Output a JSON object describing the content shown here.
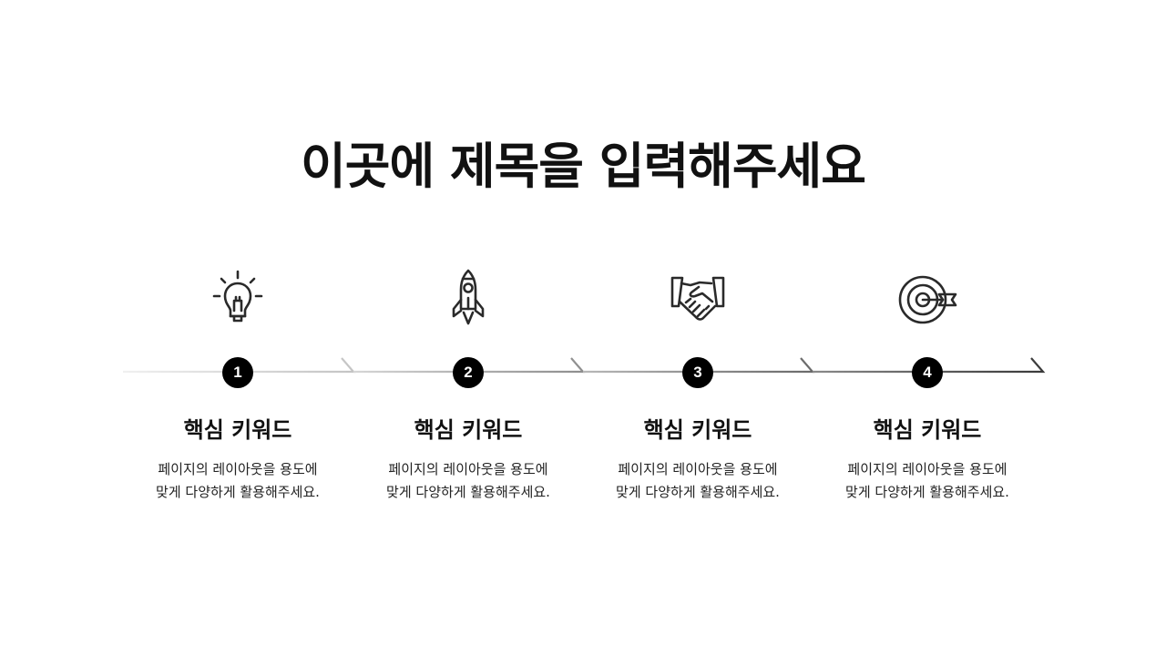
{
  "title": "이곳에 제목을 입력해주세요",
  "colors": {
    "text": "#111111",
    "badge_bg": "#000000",
    "badge_text": "#ffffff",
    "segment_1": [
      "#f0f0f0",
      "#c8c8c8"
    ],
    "segment_2": [
      "#d6d6d6",
      "#8e8e8e"
    ],
    "segment_3": [
      "#b8b8b8",
      "#6a6a6a"
    ],
    "segment_4": [
      "#8a8a8a",
      "#404040"
    ]
  },
  "steps": [
    {
      "number": "1",
      "icon": "lightbulb-icon",
      "title": "핵심 키워드",
      "desc_line1": "페이지의 레이아웃을 용도에",
      "desc_line2": "맞게 다양하게 활용해주세요."
    },
    {
      "number": "2",
      "icon": "rocket-icon",
      "title": "핵심 키워드",
      "desc_line1": "페이지의 레이아웃을 용도에",
      "desc_line2": "맞게 다양하게 활용해주세요."
    },
    {
      "number": "3",
      "icon": "handshake-icon",
      "title": "핵심 키워드",
      "desc_line1": "페이지의 레이아웃을 용도에",
      "desc_line2": "맞게 다양하게 활용해주세요."
    },
    {
      "number": "4",
      "icon": "target-icon",
      "title": "핵심 키워드",
      "desc_line1": "페이지의 레이아웃을 용도에",
      "desc_line2": "맞게 다양하게 활용해주세요."
    }
  ]
}
